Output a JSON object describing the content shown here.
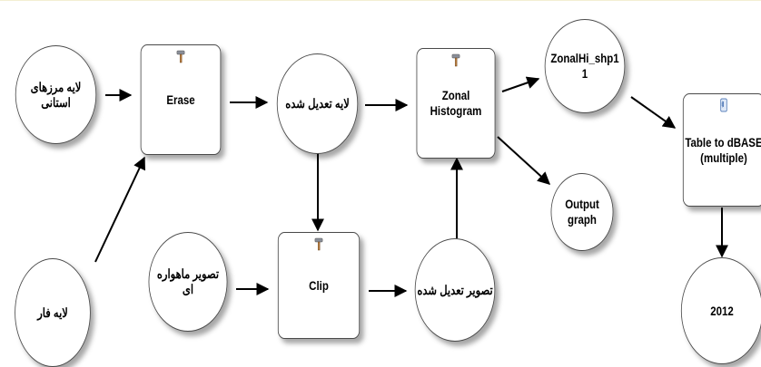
{
  "nodes": {
    "province_boundary": {
      "label": "لایه مرزهای\nاستانی"
    },
    "erase": {
      "label": "Erase",
      "icon": "hammer-icon"
    },
    "edited_layer": {
      "label": "لایه تعدیل شده"
    },
    "zonal_histogram": {
      "label": "Zonal Histogram",
      "icon": "hammer-icon"
    },
    "zonalhi_shp": {
      "label": "ZonalHi_shp1\n1"
    },
    "output_graph": {
      "label": "Output\ngraph"
    },
    "table_to_dbase": {
      "label": "Table to dBASE\n(multiple)",
      "icon": "script-icon"
    },
    "year_2012": {
      "label": "2012"
    },
    "satellite_image": {
      "label": "تصویر ماهواره\nای"
    },
    "clip": {
      "label": "Clip",
      "icon": "hammer-icon"
    },
    "edited_image": {
      "label": "تصویر تعدیل شده"
    },
    "layer_far": {
      "label": "لایه فار"
    }
  },
  "colors": {
    "stroke": "#000000",
    "node_border": "#4a4a4a",
    "top_line": "#f3efd2"
  }
}
